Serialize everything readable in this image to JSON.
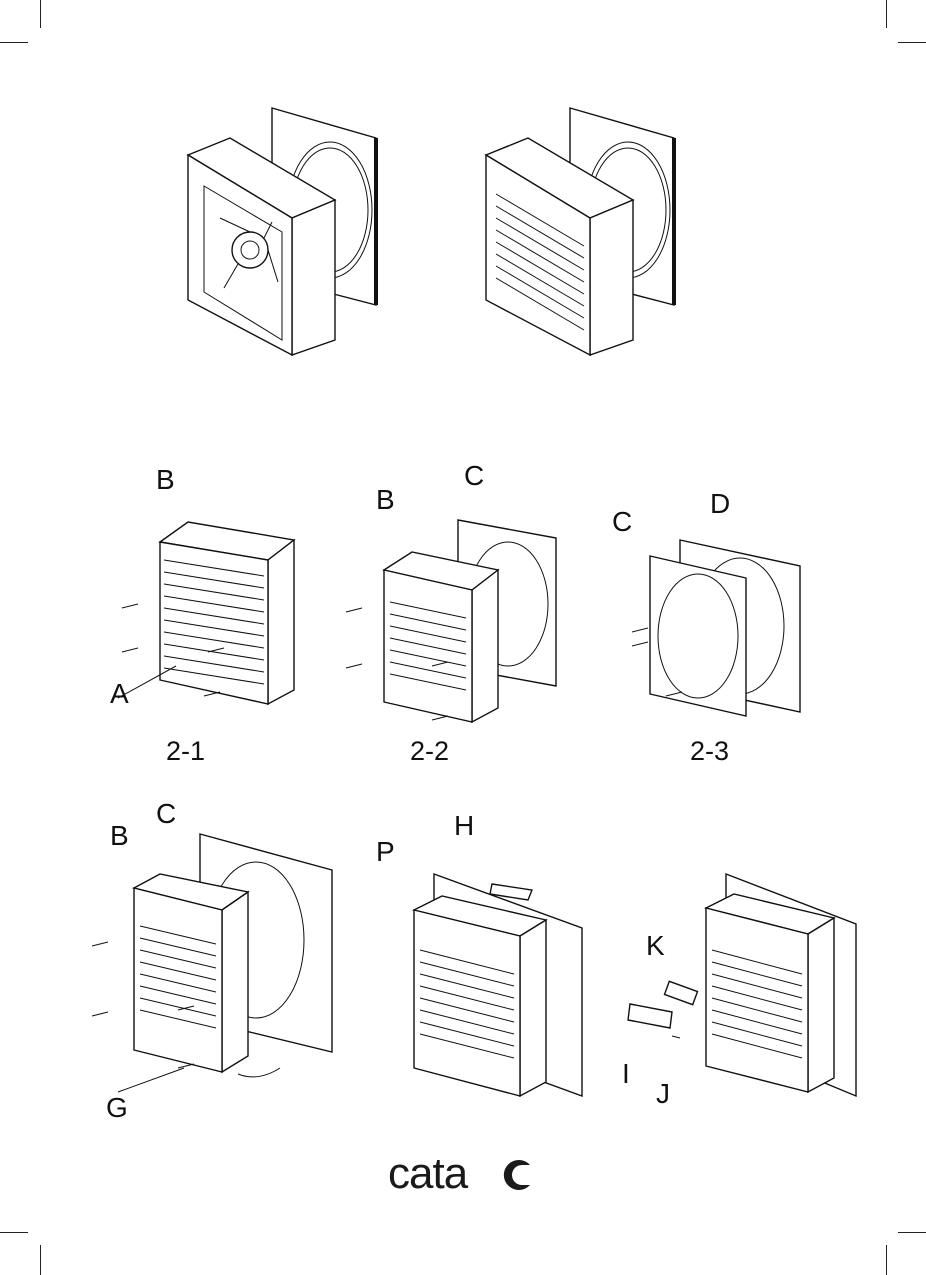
{
  "steps": {
    "s1": "2-1",
    "s2": "2-2",
    "s3": "2-3"
  },
  "labels": {
    "a": "A",
    "b1": "B",
    "b2": "B",
    "b3": "B",
    "c1": "C",
    "c2": "C",
    "c3": "C",
    "d": "D",
    "g": "G",
    "h": "H",
    "i": "I",
    "j": "J",
    "k": "K",
    "p": "P"
  },
  "brand": {
    "name": "cata"
  }
}
